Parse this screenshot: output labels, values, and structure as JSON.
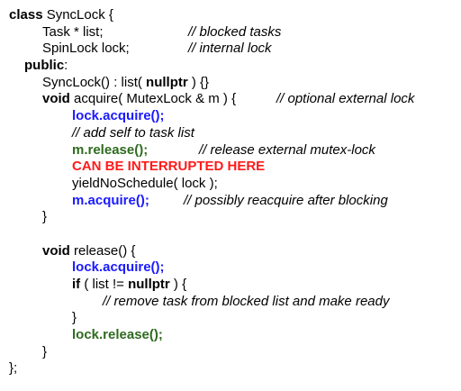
{
  "lines": {
    "l1_kw": "class",
    "l1_rest": " SyncLock {",
    "l2_code": "Task * list;",
    "l2_comment": "// blocked tasks",
    "l3_code": "SpinLock lock;",
    "l3_comment": "// internal lock",
    "l4_kw": "public",
    "l4_rest": ":",
    "l5_a": "SyncLock() : list( ",
    "l5_kw": "nullptr",
    "l5_b": " ) {}",
    "l6_kw": "void",
    "l6_rest": " acquire( MutexLock & m ) {",
    "l6_comment": "// optional external lock",
    "l7_code": "lock.acquire();",
    "l8_comment": "// add self to task list",
    "l9_code": "m.release();",
    "l9_comment": "// release external mutex-lock",
    "l10_code": "CAN BE INTERRUPTED HERE",
    "l11_code": "yieldNoSchedule( lock );",
    "l12_code": "m.acquire();",
    "l12_comment": "// possibly reacquire after blocking",
    "l13_code": "}",
    "l15_kw": "void",
    "l15_rest": " release() {",
    "l16_code": "lock.acquire();",
    "l17_kw": "if",
    "l17_a": " ( list != ",
    "l17_kw2": "nullptr",
    "l17_b": " ) {",
    "l18_comment": "// remove task from blocked list and make ready",
    "l19_code": "}",
    "l20_code": "lock.release();",
    "l21_code": "}",
    "l22_code": "};"
  }
}
